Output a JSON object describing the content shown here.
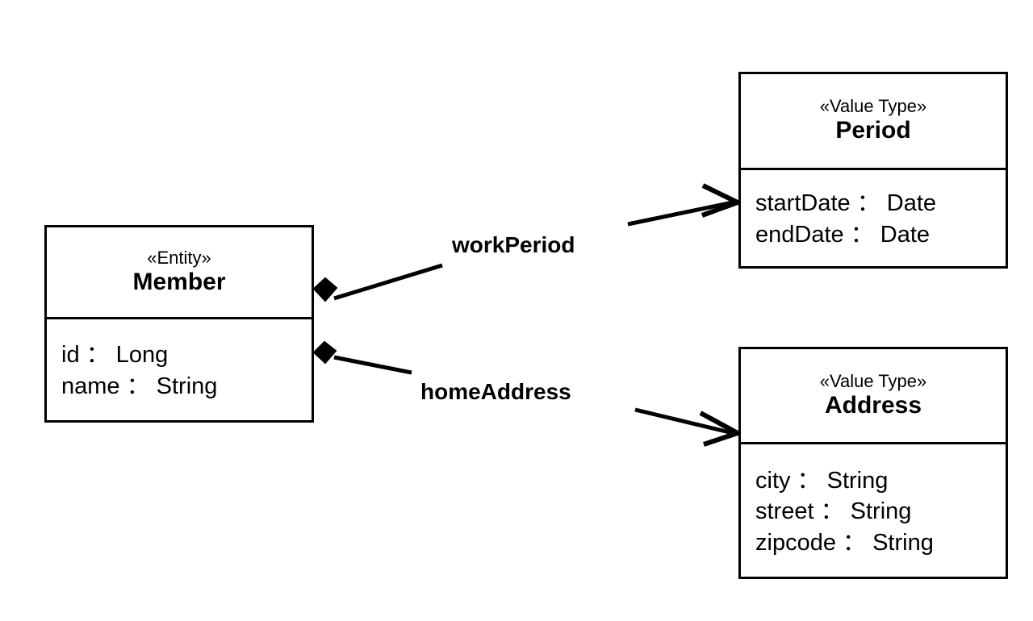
{
  "diagram": {
    "type": "uml-class-diagram",
    "background_color": "#ffffff",
    "stroke_color": "#000000"
  },
  "classes": [
    {
      "id": "member",
      "stereotype": "«Entity»",
      "name": "Member",
      "attributes": [
        "id ： Long",
        "name ： String"
      ]
    },
    {
      "id": "period",
      "stereotype": "«Value Type»",
      "name": "Period",
      "attributes": [
        "startDate ： Date",
        "endDate ： Date"
      ]
    },
    {
      "id": "address",
      "stereotype": "«Value Type»",
      "name": "Address",
      "attributes": [
        "city ： String",
        "street ： String",
        "zipcode ： String"
      ]
    }
  ],
  "associations": [
    {
      "id": "work-period",
      "label": "workPeriod",
      "from": "Member",
      "to": "Period",
      "source_end": "filled-diamond",
      "target_end": "open-arrow"
    },
    {
      "id": "home-address",
      "label": "homeAddress",
      "from": "Member",
      "to": "Address",
      "source_end": "filled-diamond",
      "target_end": "open-arrow"
    }
  ]
}
